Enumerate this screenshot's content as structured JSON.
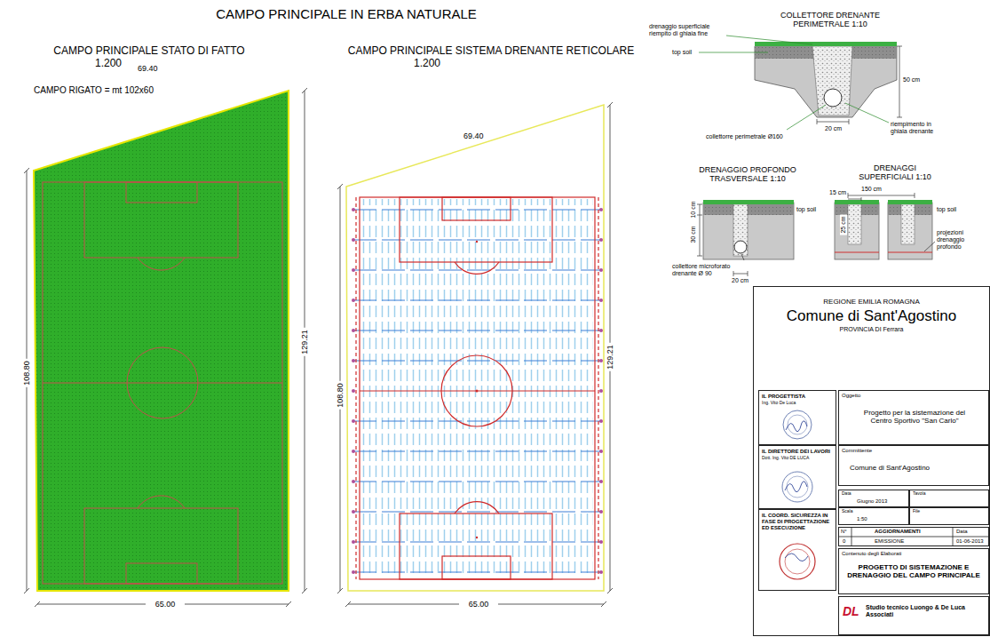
{
  "diagram": {
    "title": "CAMPO PRINCIPALE IN ERBA NATURALE",
    "nodes": [
      {
        "text": [
          "REGIONE EMILIA ROMAGNA",
          "Comune di Sant'Agostino",
          "PROVINCIA DI Ferrara"
        ]
      },
      {
        "text": [
          "IL PROGETTISTA",
          "Ing. Vito De Luca"
        ],
        "in": 0
      },
      {
        "text": [
          "IL DIRETTORE DEI LAVORI",
          "Dott. Ing. Vito DE LUCA"
        ],
        "in": 0
      },
      {
        "text": [
          "IL COORD. SICUREZZA IN FASE DI PROGETTAZIONE ED ESECUZIONE"
        ],
        "in": 0
      },
      {
        "text": [
          "Oggetto",
          "Progetto per la sistemazione del Centro Sportivo \"San Carlo\""
        ],
        "in": 0
      },
      {
        "text": [
          "Committente",
          "Comune di Sant'Agostino"
        ],
        "in": 0
      },
      {
        "text": [
          "Data",
          "Giugno 2013"
        ],
        "in": 0
      },
      {
        "text": [
          "Tavola"
        ],
        "in": 0
      },
      {
        "text": [
          "Scala",
          "1:50"
        ],
        "in": 0
      },
      {
        "text": [
          "File"
        ],
        "in": 0
      },
      {
        "text": [
          "N°",
          "AGGIORNAMENTI",
          "Data",
          "0",
          "EMISSIONE",
          "01-06-2013"
        ],
        "in": 0
      },
      {
        "text": [
          "Contenuto degli Elaborati",
          "PROGETTO DI SISTEMAZIONE E DRENAGGIO DEL CAMPO PRINCIPALE"
        ],
        "in": 0
      },
      {
        "text": [
          "DL",
          "Studio tecnico Luongo & De Luca Associati"
        ],
        "in": 0
      }
    ],
    "labels": [
      "CAMPO PRINCIPALE STATO DI FATTO",
      "1.200",
      "CAMPO RIGATO = mt 102x60",
      "69.40",
      "108.80",
      "129.21",
      "65.00",
      "CAMPO PRINCIPALE SISTEMA DRENANTE RETICOLARE",
      "1.200",
      "69.40",
      "108.80",
      "129.21",
      "65.00",
      "COLLETTORE DRENANTE PERIMETRALE 1:10",
      "drenaggio superficiale riempito di ghiaia fine",
      "top soil",
      "50 cm",
      "collettorre perimetrale Ø160",
      "20 cm",
      "riempimento in ghiaia drenante",
      "DRENAGGIO PROFONDO TRASVERSALE 1:10",
      "DRENAGGI SUPERFICIALI 1:10",
      "10 cm",
      "30 cm",
      "top soil",
      "collettore microforato drenante Ø 90",
      "20 cm",
      "150 cm",
      "15 cm",
      "25 cm",
      "top soil",
      "projezioni drenaggio profondo"
    ]
  }
}
